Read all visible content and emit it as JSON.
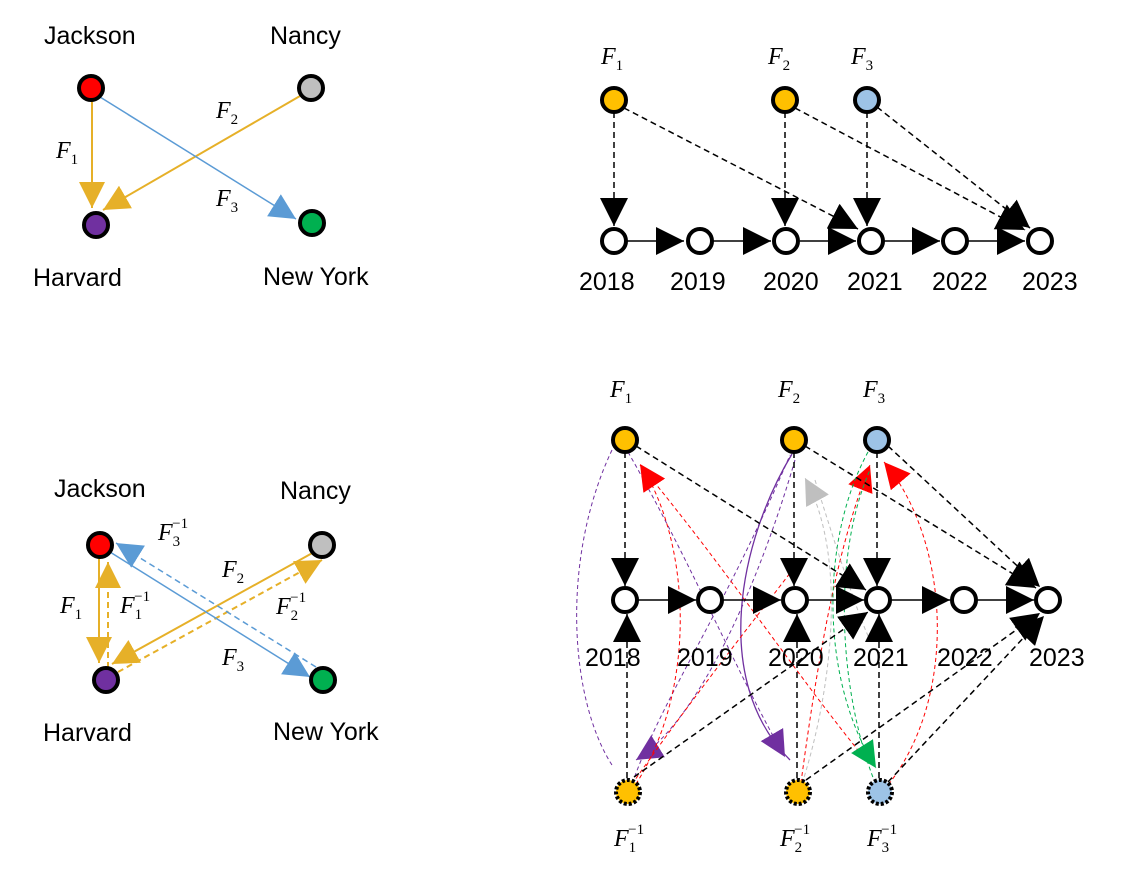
{
  "colors": {
    "F1": "#ffc000",
    "F2": "#ffc000",
    "F3": "#9dc3e6",
    "yellow_edge": "#e6b028",
    "blue_edge": "#5b9bd5",
    "jackson": "#ff0000",
    "nancy": "#bfbfbf",
    "harvard": "#7030a0",
    "newyork": "#00b050",
    "purple_edge": "#7030a0",
    "red_edge": "#ff0000",
    "gray_edge": "#bfbfbf",
    "green_edge": "#00b050"
  },
  "entity_labels": {
    "jackson": "Jackson",
    "nancy": "Nancy",
    "harvard": "Harvard",
    "newyork": "New York"
  },
  "fact_labels": {
    "F1": {
      "base": "F",
      "sub": "1",
      "sup": ""
    },
    "F2": {
      "base": "F",
      "sub": "2",
      "sup": ""
    },
    "F3": {
      "base": "F",
      "sub": "3",
      "sup": ""
    },
    "F1inv": {
      "base": "F",
      "sub": "1",
      "sup": "−1"
    },
    "F2inv": {
      "base": "F",
      "sub": "2",
      "sup": "−1"
    },
    "F3inv": {
      "base": "F",
      "sub": "3",
      "sup": "−1"
    }
  },
  "years": [
    "2018",
    "2019",
    "2020",
    "2021",
    "2022",
    "2023"
  ]
}
